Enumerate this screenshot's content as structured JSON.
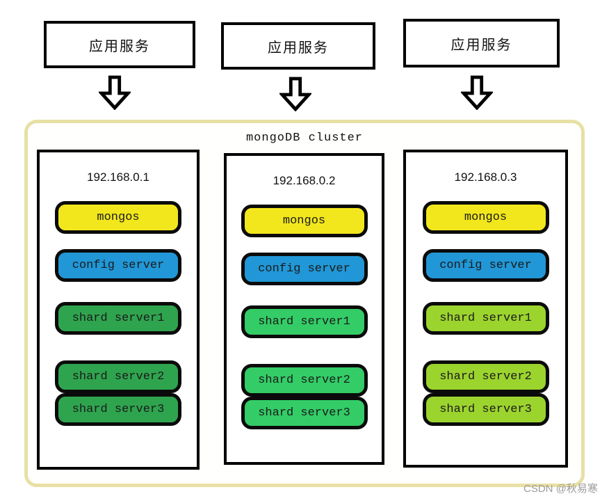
{
  "app_services": [
    {
      "label": "应用服务"
    },
    {
      "label": "应用服务"
    },
    {
      "label": "应用服务"
    }
  ],
  "cluster": {
    "title": "mongoDB cluster",
    "nodes": [
      {
        "ip": "192.168.0.1",
        "services": [
          {
            "label": "mongos",
            "color": "#F2E71D"
          },
          {
            "label": "config server",
            "color": "#2197D7"
          },
          {
            "label": "shard server1",
            "color": "#2FA44E"
          },
          {
            "label": "shard server2",
            "color": "#2FA44E"
          },
          {
            "label": "shard server3",
            "color": "#2FA44E"
          }
        ]
      },
      {
        "ip": "192.168.0.2",
        "services": [
          {
            "label": "mongos",
            "color": "#F2E71D"
          },
          {
            "label": "config server",
            "color": "#2197D7"
          },
          {
            "label": "shard server1",
            "color": "#33CC66"
          },
          {
            "label": "shard server2",
            "color": "#33CC66"
          },
          {
            "label": "shard server3",
            "color": "#33CC66"
          }
        ]
      },
      {
        "ip": "192.168.0.3",
        "services": [
          {
            "label": "mongos",
            "color": "#F2E71D"
          },
          {
            "label": "config server",
            "color": "#2197D7"
          },
          {
            "label": "shard server1",
            "color": "#9CD42E"
          },
          {
            "label": "shard server2",
            "color": "#9CD42E"
          },
          {
            "label": "shard server3",
            "color": "#9CD42E"
          }
        ]
      }
    ]
  },
  "watermark": "CSDN @秋易寒",
  "colors": {
    "cluster_border": "#E8E0A4",
    "box_border": "#000000",
    "arrow_outline": "#000000"
  }
}
